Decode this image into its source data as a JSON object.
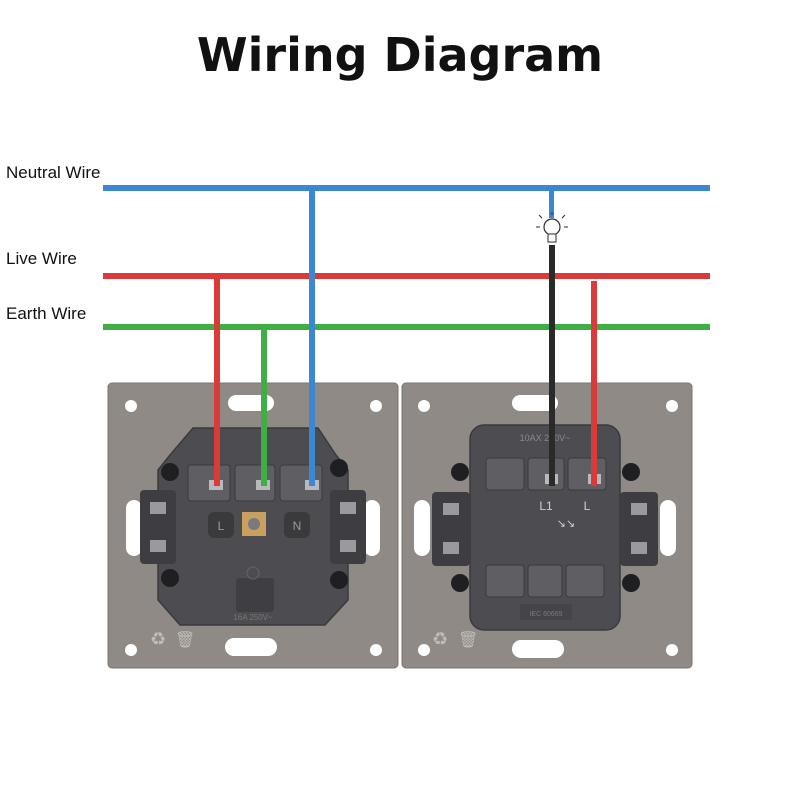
{
  "title": "Wiring Diagram",
  "wires": {
    "neutral": {
      "label": "Neutral Wire",
      "color": "#3b87d4"
    },
    "live": {
      "label": "Live Wire",
      "color": "#d93a3a"
    },
    "earth": {
      "label": "Earth Wire",
      "color": "#3fae44"
    },
    "switched": {
      "color": "#2a2a2a"
    }
  },
  "colors": {
    "plate": "#8f8a86",
    "module": "#4d4d51",
    "module_dark": "#3a3a3d",
    "terminal": "#5e5e63"
  },
  "socket": {
    "terminal_left": "L",
    "terminal_right": "N",
    "rating": "16A 250V~"
  },
  "switch": {
    "rating": "10AX 250V~",
    "terminal_l1": "L1",
    "terminal_l": "L",
    "bottom_mark": "IEC 60669"
  },
  "lamp": {
    "icon": "light-bulb-icon"
  }
}
